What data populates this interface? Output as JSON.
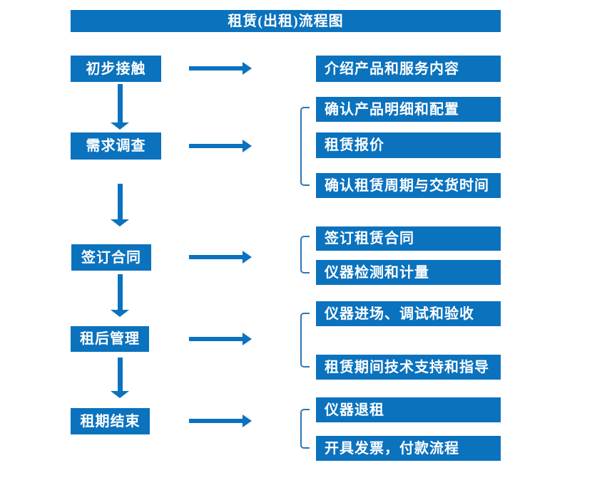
{
  "title": "租赁(出租)流程图",
  "colors": {
    "primary": "#0b72be",
    "bracket": "#2e75b6",
    "box_text": "#ffffff",
    "page_bg": "#ffffff"
  },
  "steps": [
    {
      "label": "初步接触",
      "details": [
        "介绍产品和服务内容"
      ]
    },
    {
      "label": "需求调查",
      "details": [
        "确认产品明细和配置",
        "租赁报价",
        "确认租赁周期与交货时间"
      ]
    },
    {
      "label": "签订合同",
      "details": [
        "签订租赁合同",
        "仪器检测和计量"
      ]
    },
    {
      "label": "租后管理",
      "details": [
        "仪器进场、调试和验收",
        "租赁期间技术支持和指导"
      ]
    },
    {
      "label": "租期结束",
      "details": [
        "仪器退租",
        "开具发票，付款流程"
      ]
    }
  ]
}
